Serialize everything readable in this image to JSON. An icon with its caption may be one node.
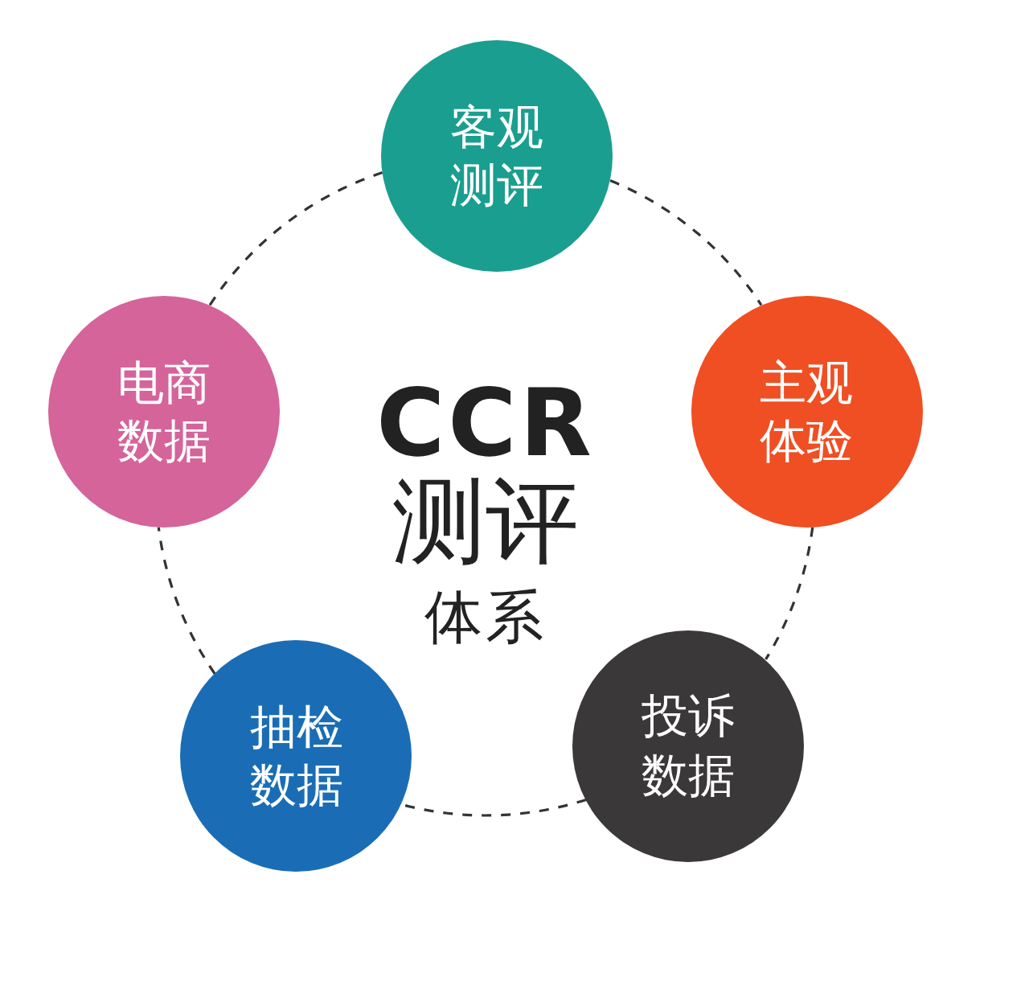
{
  "diagram": {
    "nodes": [
      {
        "text": [
          "客观测评"
        ]
      },
      {
        "text": [
          "电商数据"
        ]
      },
      {
        "text": [
          "主观体验"
        ]
      },
      {
        "text": [
          "抽检数据"
        ]
      },
      {
        "text": [
          "投诉数据"
        ]
      }
    ],
    "edges": [
      {
        "from": 0,
        "to": 2,
        "arrow": "none",
        "style": "dashed"
      },
      {
        "from": 2,
        "to": 4,
        "arrow": "none",
        "style": "dashed"
      },
      {
        "from": 4,
        "to": 3,
        "arrow": "none",
        "style": "dashed"
      },
      {
        "from": 3,
        "to": 1,
        "arrow": "none",
        "style": "dashed"
      },
      {
        "from": 1,
        "to": 0,
        "arrow": "none",
        "style": "dashed"
      }
    ],
    "labels": [
      "CCR",
      "测评",
      "体系"
    ]
  }
}
